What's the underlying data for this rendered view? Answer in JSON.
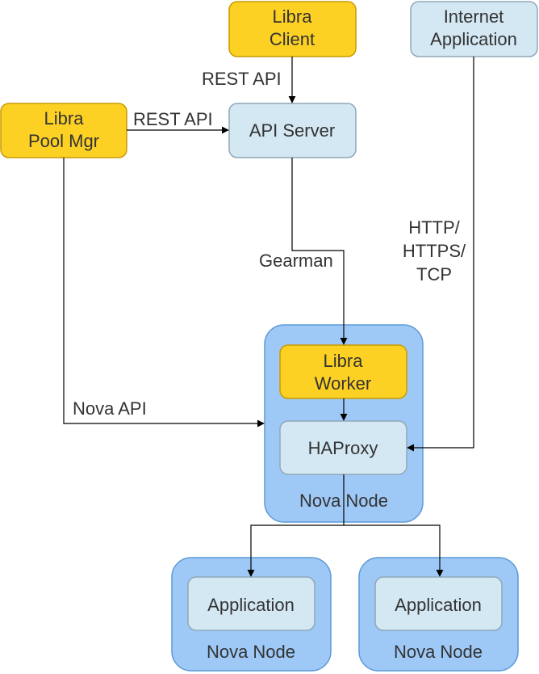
{
  "nodes": {
    "libra_client": {
      "line1": "Libra",
      "line2": "Client"
    },
    "internet_app": {
      "line1": "Internet",
      "line2": "Application"
    },
    "pool_mgr": {
      "line1": "Libra",
      "line2": "Pool Mgr"
    },
    "api_server": {
      "label": "API Server"
    },
    "libra_worker": {
      "line1": "Libra",
      "line2": "Worker"
    },
    "haproxy": {
      "label": "HAProxy"
    },
    "nova_node_main": {
      "label": "Nova Node"
    },
    "app_left": {
      "label": "Application"
    },
    "nova_node_left": {
      "label": "Nova Node"
    },
    "app_right": {
      "label": "Application"
    },
    "nova_node_right": {
      "label": "Nova Node"
    }
  },
  "edges": {
    "client_to_api": "REST API",
    "poolmgr_to_api": "REST API",
    "api_to_worker": "Gearman",
    "poolmgr_to_nova": "Nova API",
    "internet_to_haproxy": {
      "line1": "HTTP/",
      "line2": "HTTPS/",
      "line3": "TCP"
    }
  },
  "colors": {
    "libra_fill": "#fdd124",
    "libra_stroke": "#c89a00",
    "service_fill": "#d4e8f4",
    "service_stroke": "#8fa7b8",
    "nova_fill": "#9ec9f7",
    "nova_stroke": "#5c9ad6"
  }
}
